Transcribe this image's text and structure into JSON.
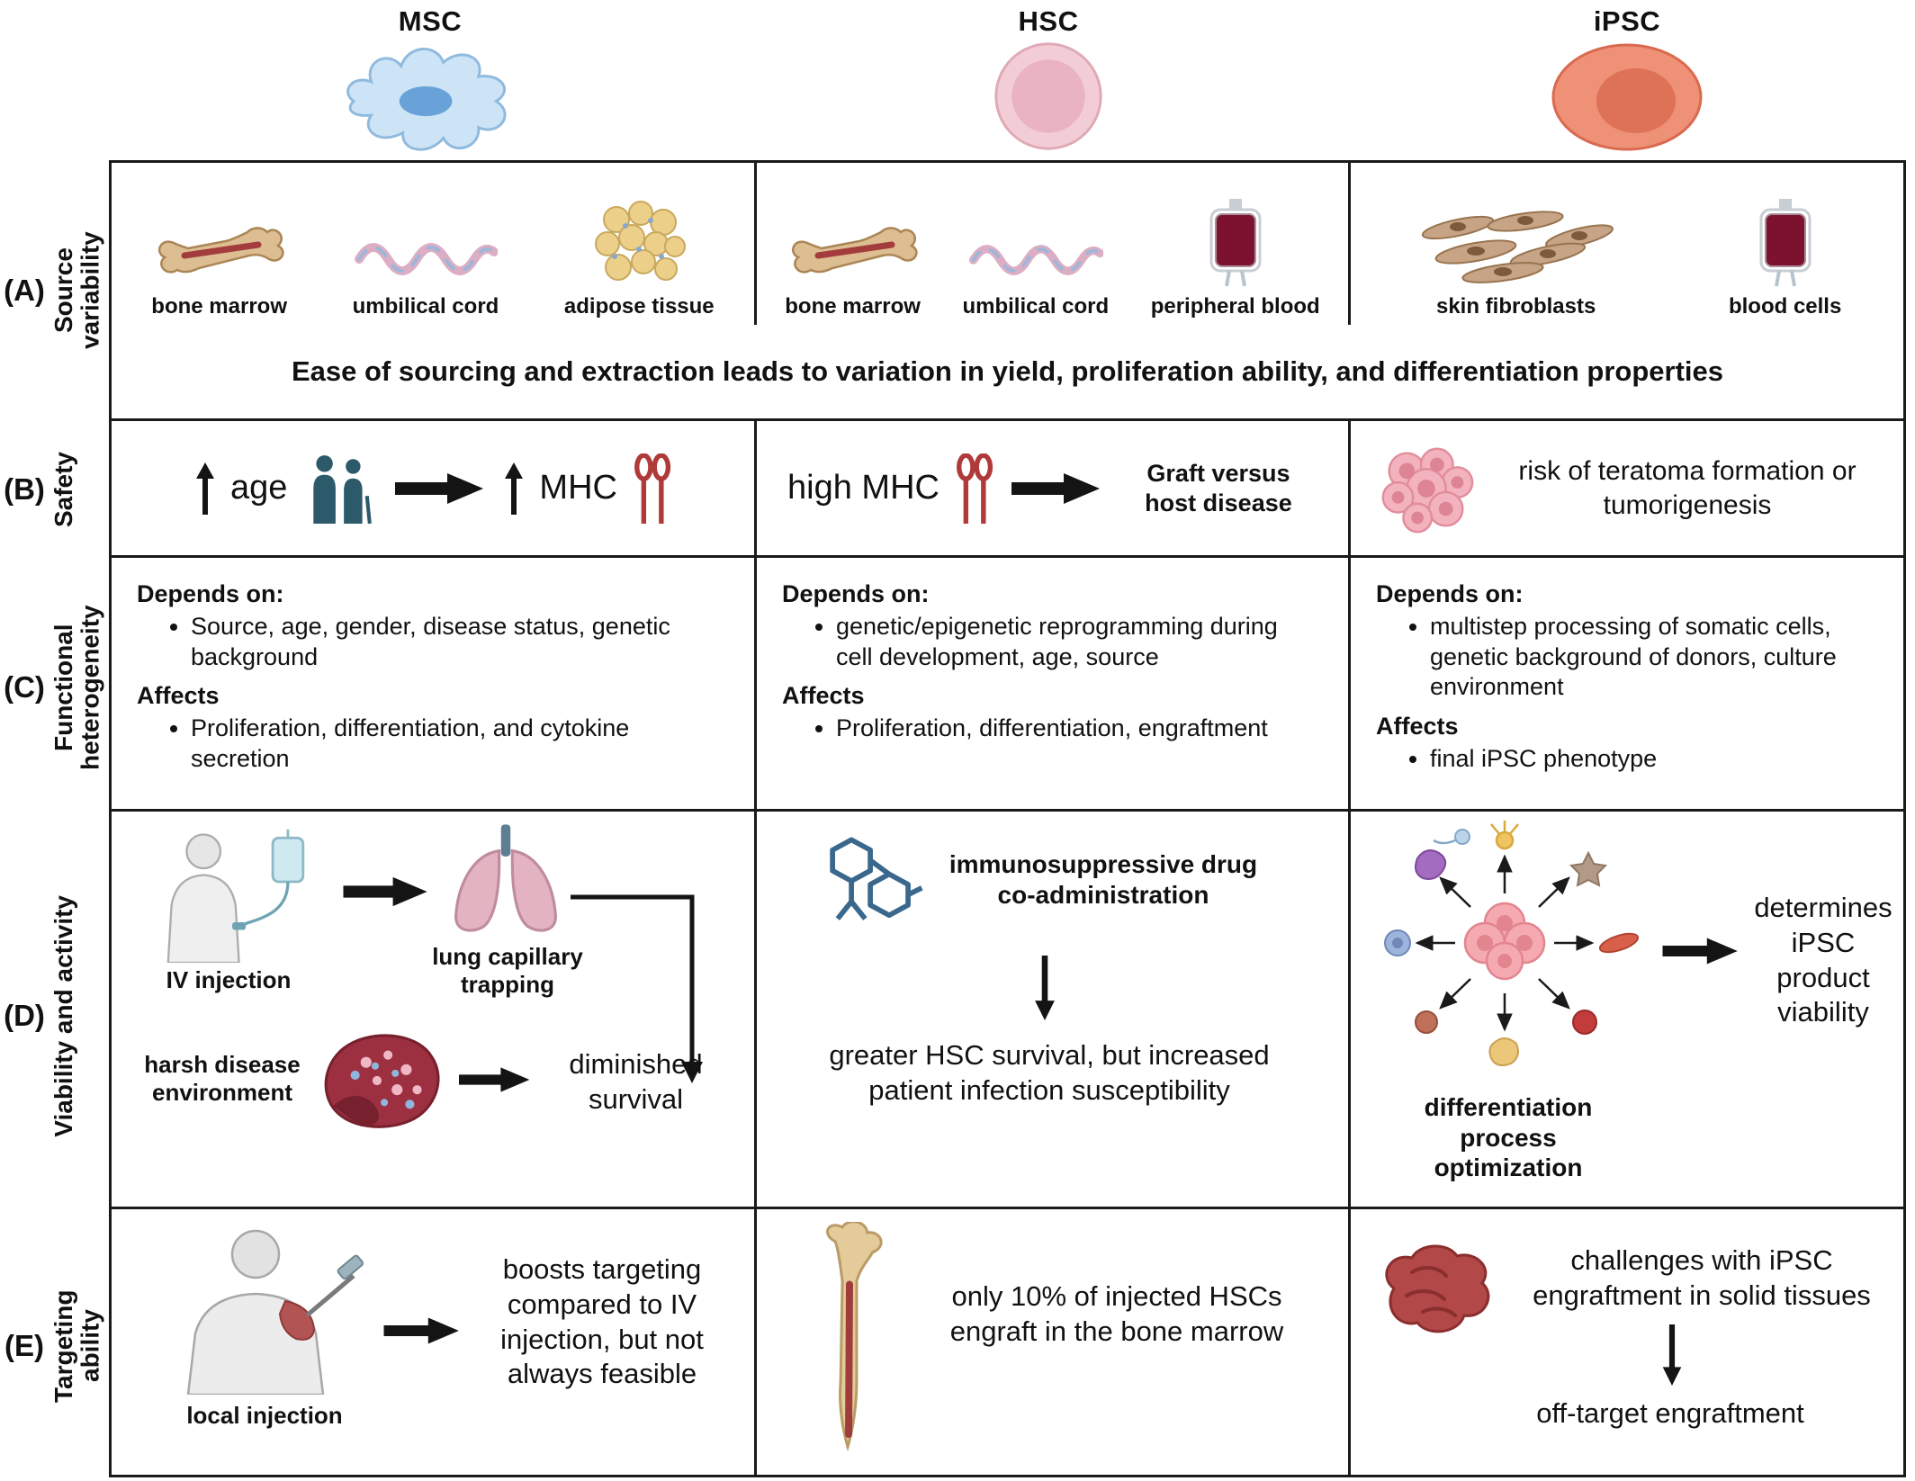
{
  "columns": [
    {
      "id": "msc",
      "label": "MSC"
    },
    {
      "id": "hsc",
      "label": "HSC"
    },
    {
      "id": "ipsc",
      "label": "iPSC"
    }
  ],
  "rowA": {
    "letter": "(A)",
    "title": "Source variability",
    "msc": {
      "sources": [
        "bone marrow",
        "umbilical cord",
        "adipose tissue"
      ]
    },
    "hsc": {
      "sources": [
        "bone marrow",
        "umbilical cord",
        "peripheral blood"
      ]
    },
    "ipsc": {
      "sources": [
        "skin fibroblasts",
        "blood cells"
      ]
    },
    "spanning_text": "Ease of sourcing and extraction leads to variation in yield, proliferation ability, and differentiation properties"
  },
  "rowB": {
    "letter": "(B)",
    "title": "Safety",
    "msc": {
      "age_label": "age",
      "mhc_label": "MHC"
    },
    "hsc": {
      "mhc_label": "high MHC",
      "outcome": "Graft versus host disease"
    },
    "ipsc": {
      "text": "risk of teratoma formation or tumorigenesis"
    }
  },
  "rowC": {
    "letter": "(C)",
    "title": "Functional heterogeneity",
    "depends_label": "Depends on:",
    "affects_label": "Affects",
    "msc": {
      "depends": [
        "Source, age, gender, disease status, genetic background"
      ],
      "affects": [
        "Proliferation, differentiation, and cytokine secretion"
      ]
    },
    "hsc": {
      "depends": [
        "genetic/epigenetic reprogramming during cell development, age, source"
      ],
      "affects": [
        "Proliferation, differentiation, engraftment"
      ]
    },
    "ipsc": {
      "depends": [
        "multistep processing of somatic cells, genetic background of donors, culture environment"
      ],
      "affects": [
        "final iPSC phenotype"
      ]
    }
  },
  "rowD": {
    "letter": "(D)",
    "title": "Viability and activity",
    "msc": {
      "iv_label": "IV injection",
      "lung_label": "lung capillary trapping",
      "harsh_label": "harsh disease environment",
      "outcome": "diminished survival"
    },
    "hsc": {
      "drug_label": "immunosuppressive drug co-administration",
      "outcome": "greater HSC survival, but increased patient infection susceptibility"
    },
    "ipsc": {
      "outcome": "determines iPSC product viability",
      "process_label": "differentiation process optimization"
    }
  },
  "rowE": {
    "letter": "(E)",
    "title": "Targeting ability",
    "msc": {
      "label": "local injection",
      "text": "boosts targeting compared to IV injection, but not always feasible"
    },
    "hsc": {
      "text": "only 10% of injected HSCs engraft in the bone marrow"
    },
    "ipsc": {
      "text1": "challenges with iPSC engraftment in solid tissues",
      "text2": "off-target engraftment"
    }
  },
  "icons": {
    "msc_cell": "msc-cell-icon",
    "hsc_cell": "hsc-cell-icon",
    "ipsc_cell": "ipsc-cell-icon",
    "bone_marrow": "bone-marrow-icon",
    "umbilical_cord": "umbilical-cord-icon",
    "adipose_tissue": "adipose-tissue-icon",
    "blood_bag": "blood-bag-icon",
    "skin_fibroblasts": "skin-fibroblasts-icon",
    "elderly_couple": "elderly-couple-icon",
    "mhc_receptor": "mhc-receptor-icon",
    "tumor_cluster": "tumor-cluster-icon",
    "iv_injection_person": "iv-injection-icon",
    "lungs": "lungs-icon",
    "harsh_tissue": "harsh-tissue-icon",
    "drug_molecule": "drug-molecule-icon",
    "differentiation": "differentiation-radiating-icon",
    "local_injection_person": "local-injection-icon",
    "femur_bone": "femur-bone-icon",
    "solid_tissue": "solid-tissue-icon",
    "up_arrow": "up-arrow-icon",
    "right_arrow": "right-arrow-icon",
    "down_arrow": "down-arrow-icon",
    "elbow_arrow": "elbow-arrow-icon"
  },
  "colors": {
    "border": "#1a1a1a",
    "msc_cell_fill": "#cde4f6",
    "hsc_cell_fill": "#f3cdd5",
    "ipsc_cell_fill": "#ef9177",
    "blood": "#7c1230",
    "receptor_red": "#b03a3a"
  }
}
